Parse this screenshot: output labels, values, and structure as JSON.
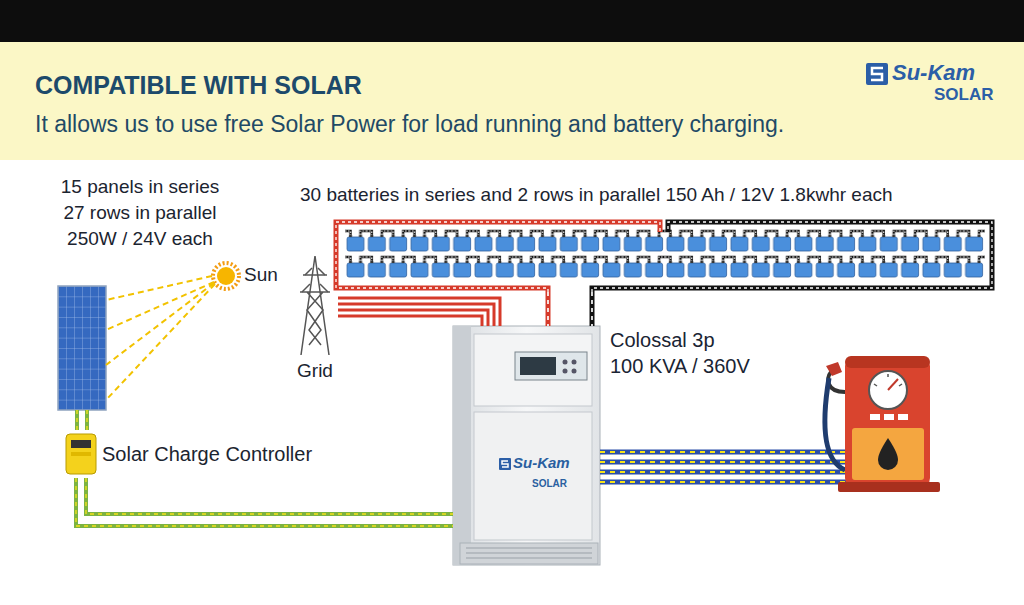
{
  "diagram": {
    "title": "COMPATIBLE WITH SOLAR",
    "nodes": [
      {
        "text": [
          "15 panels in series",
          "27 rows in parallel",
          "250W / 24V each"
        ]
      },
      {
        "text": [
          "Sun"
        ]
      },
      {
        "text": [
          "Grid"
        ]
      },
      {
        "text": [
          "30 batteries in series and 2 rows in parallel 150 Ah / 12V 1.8kwhr each"
        ]
      },
      {
        "text": [
          "Colossal 3p",
          "100 KVA / 360V",
          "Su-Kam",
          "SOLAR"
        ]
      },
      {
        "text": [
          "Solar Charge Controller"
        ]
      }
    ],
    "edges": [
      {
        "from": 1,
        "to": 0,
        "arrow": "none"
      },
      {
        "from": 0,
        "to": 5,
        "arrow": "none"
      },
      {
        "from": 5,
        "to": 4,
        "arrow": "none"
      },
      {
        "from": 2,
        "to": 4,
        "arrow": "none"
      },
      {
        "from": 3,
        "to": 4,
        "arrow": "none"
      }
    ],
    "labels": [
      "It allows us to use free Solar Power for load running and battery charging.",
      "Su-Kam",
      "SOLAR"
    ]
  }
}
